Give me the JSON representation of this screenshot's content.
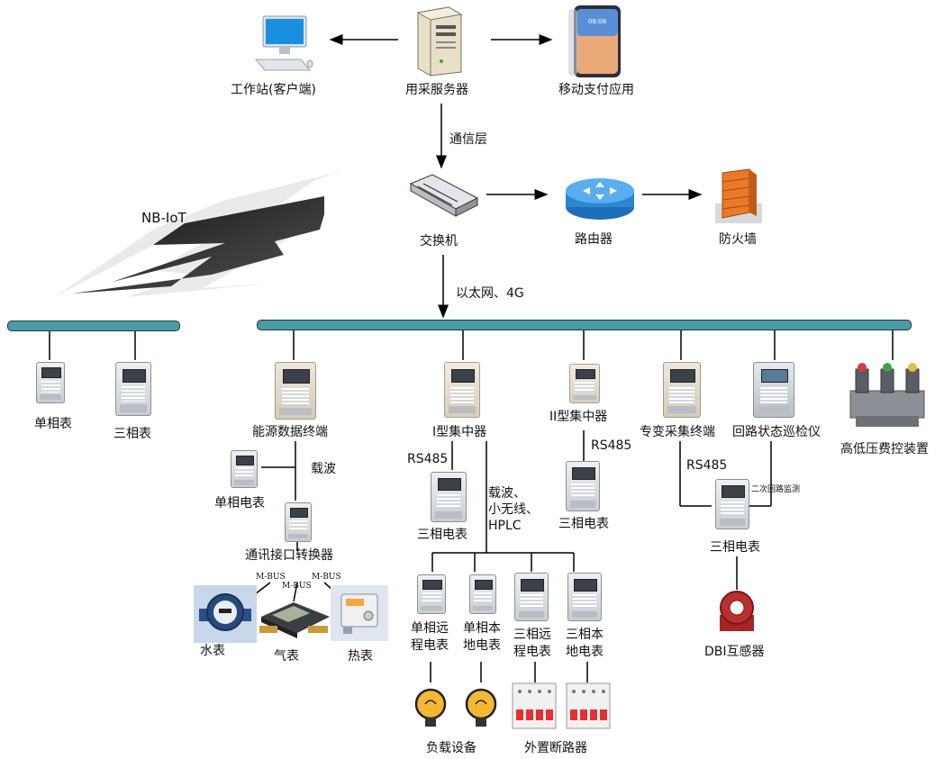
{
  "top": {
    "workstation": "工作站(客户端)",
    "server": "用采服务器",
    "mobile": "移动支付应用",
    "comm_layer": "通信层",
    "switch": "交换机",
    "router": "路由器",
    "firewall": "防火墙",
    "ethernet": "以太网、4G",
    "nbiot": "NB-IoT"
  },
  "left_bus": {
    "single_meter": "单相表",
    "three_meter": "三相表"
  },
  "energy": {
    "terminal": "能源数据终端",
    "carrier": "载波",
    "single_meter": "单相电表",
    "converter": "通讯接口转换器",
    "mbus_1": "M-BUS",
    "mbus_2": "M-BUS",
    "mbus_3": "M-BUS",
    "water": "水表",
    "gas": "气表",
    "heat": "热表"
  },
  "conc1": {
    "title": "I型集中器",
    "rs485": "RS485",
    "three_meter": "三相电表",
    "channels_1": "载波、",
    "channels_2": "小无线、",
    "channels_3": "HPLC",
    "m1_a": "单相远",
    "m1_b": "程电表",
    "m2_a": "单相本",
    "m2_b": "地电表",
    "m3_a": "三相远",
    "m3_b": "程电表",
    "m4_a": "三相本",
    "m4_b": "地电表",
    "load": "负载设备",
    "breaker": "外置断路器"
  },
  "conc2": {
    "title": "II型集中器",
    "rs485": "RS485",
    "three_meter": "三相电表"
  },
  "special": {
    "terminal": "专变采集终端",
    "inspector": "回路状态巡检仪",
    "hv": "高低压费控装置",
    "rs485": "RS485",
    "secondary": "二次回路监测",
    "three_meter": "三相电表",
    "dbi": "DBI互感器"
  },
  "colors": {
    "bus": "#4b9aa6",
    "bus_border": "#1d3d44",
    "bolt": "#2a2a2a"
  }
}
